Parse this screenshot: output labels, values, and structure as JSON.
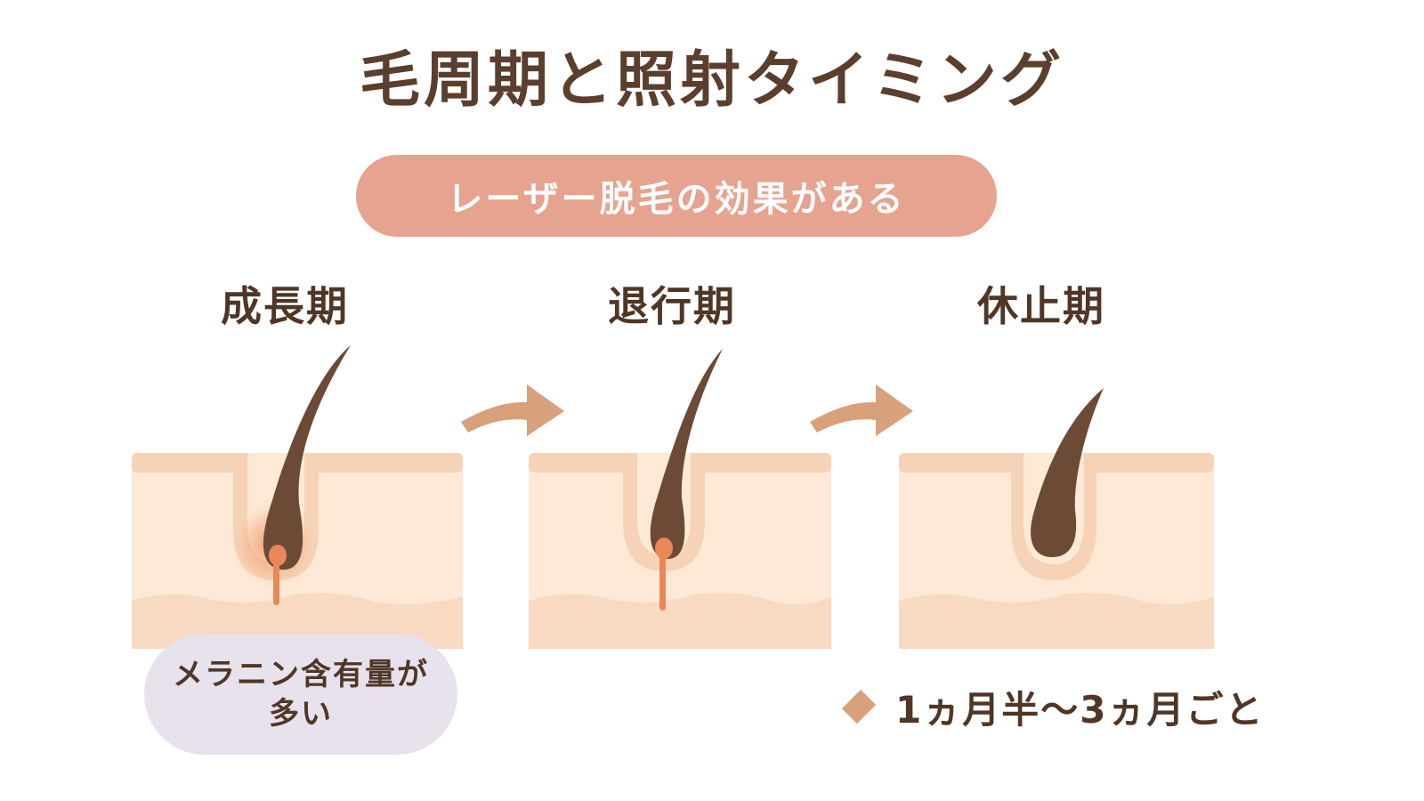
{
  "title": "毛周期と照射タイミング",
  "effect_label": "レーザー脱毛の効果がある",
  "stages": [
    {
      "label": "成長期"
    },
    {
      "label": "退行期"
    },
    {
      "label": "休止期"
    }
  ],
  "melanin_note": "メラニン含有量が多い",
  "interval_note": "1ヵ月半～3ヵ月ごと",
  "colors": {
    "title": "#5b3f2e",
    "pill": "#e5a390",
    "skin_light": "#fde9d6",
    "skin_top": "#f6d3b6",
    "skin_lower": "#f8d9c2",
    "hair": "#6b4a36",
    "papilla": "#e98759",
    "arrow": "#d9a07c",
    "bubble": "#e8e2ed"
  }
}
